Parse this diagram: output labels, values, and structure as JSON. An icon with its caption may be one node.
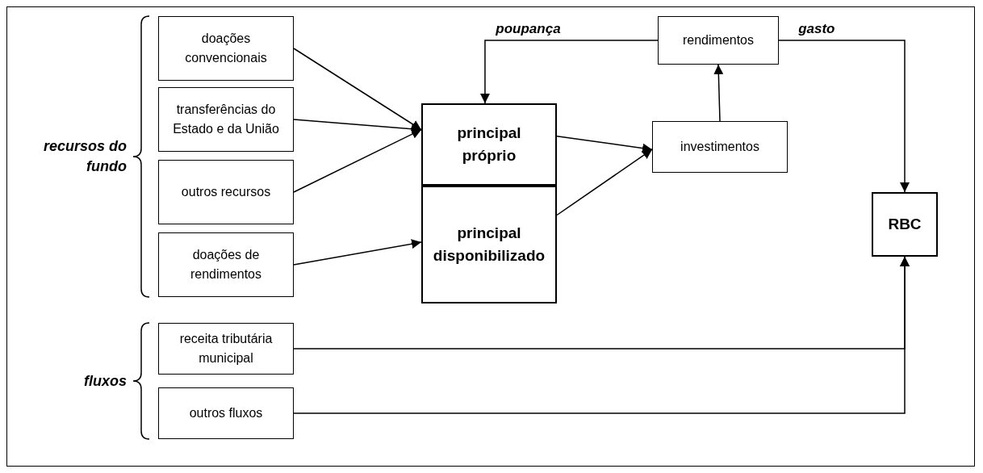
{
  "diagram": {
    "nodes": [
      {
        "text": [
          "doações convencionais"
        ]
      },
      {
        "text": [
          "transferências do Estado e da União"
        ]
      },
      {
        "text": [
          "outros recursos"
        ]
      },
      {
        "text": [
          "doações de rendimentos"
        ]
      },
      {
        "text": [
          "principal próprio"
        ]
      },
      {
        "text": [
          "principal disponibilizado"
        ]
      },
      {
        "text": [
          "investimentos"
        ]
      },
      {
        "text": [
          "rendimentos"
        ]
      },
      {
        "text": [
          "RBC"
        ]
      },
      {
        "text": [
          "receita tributária municipal"
        ]
      },
      {
        "text": [
          "outros fluxos"
        ]
      }
    ],
    "edges": [
      {
        "from": 0,
        "to": 4,
        "arrow": "to"
      },
      {
        "from": 1,
        "to": 4,
        "arrow": "to"
      },
      {
        "from": 2,
        "to": 4,
        "arrow": "to"
      },
      {
        "from": 3,
        "to": 5,
        "arrow": "to"
      },
      {
        "from": 4,
        "to": 6,
        "arrow": "to"
      },
      {
        "from": 5,
        "to": 6,
        "arrow": "to"
      },
      {
        "from": 6,
        "to": 7,
        "arrow": "to"
      },
      {
        "from": 7,
        "to": 4,
        "label": "poupança",
        "arrow": "to"
      },
      {
        "from": 7,
        "to": 8,
        "label": "gasto",
        "arrow": "to"
      },
      {
        "from": 9,
        "to": 8,
        "arrow": "to"
      },
      {
        "from": 10,
        "to": 8,
        "arrow": "to"
      }
    ],
    "labels": [
      "recursos do fundo",
      "fluxos"
    ]
  }
}
